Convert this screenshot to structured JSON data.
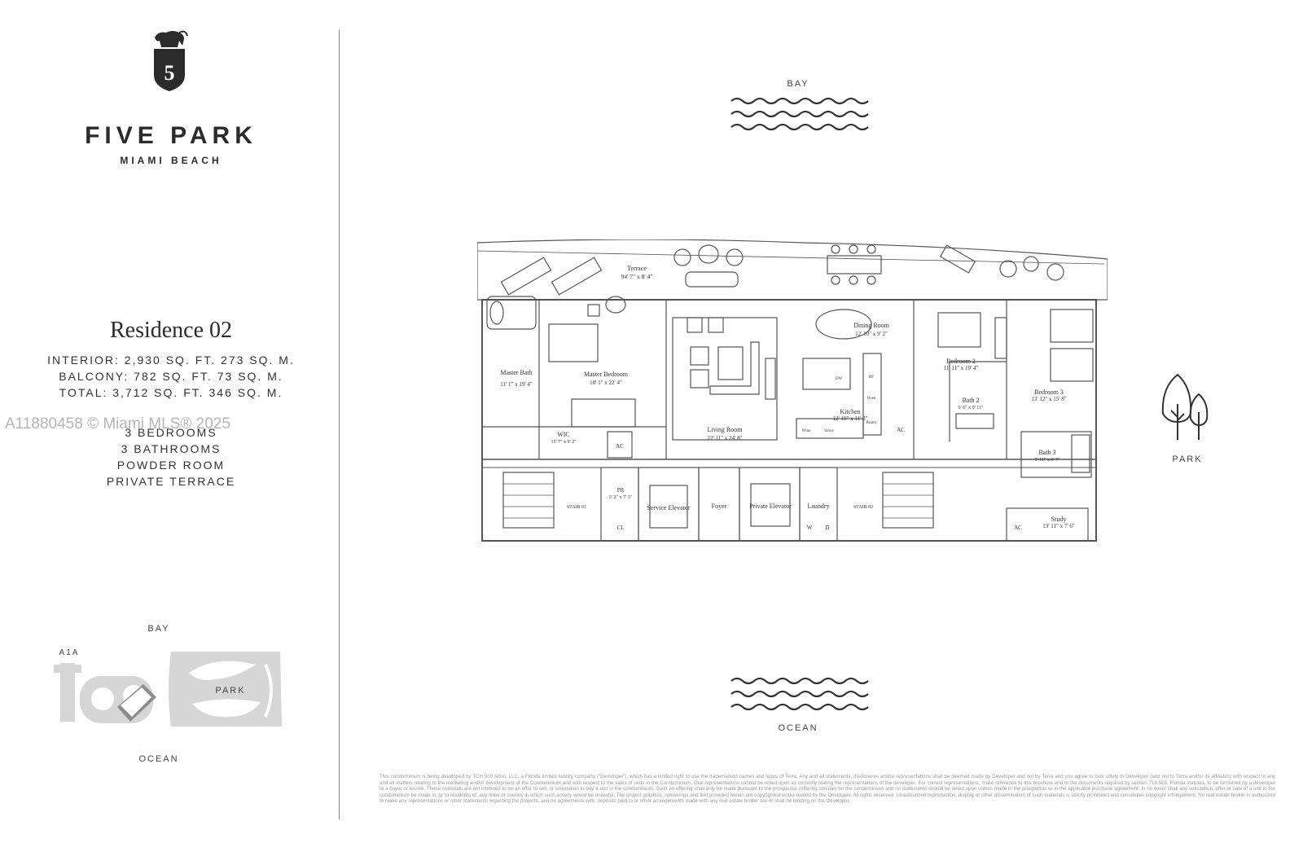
{
  "brand": {
    "logo_icon": "elephant-shield-logo",
    "logo_numeral": "5",
    "name": "FIVE PARK",
    "location": "MIAMI BEACH"
  },
  "residence": {
    "name": "Residence 02",
    "interior": "INTERIOR: 2,930 SQ. FT.   273 SQ. M.",
    "balcony": "BALCONY: 782 SQ. FT.   73 SQ. M.",
    "total": "TOTAL: 3,712 SQ. FT.   346 SQ. M.",
    "features": [
      "3 BEDROOMS",
      "3 BATHROOMS",
      "POWDER ROOM",
      "PRIVATE TERRACE"
    ]
  },
  "watermark": "A11880458 © Miami MLS® 2025",
  "key_plan": {
    "bay": "BAY",
    "a1a": "A1A",
    "park": "PARK",
    "ocean": "OCEAN"
  },
  "orientation": {
    "bay": "BAY",
    "ocean": "OCEAN",
    "park": "PARK"
  },
  "rooms": {
    "terrace": {
      "name": "Terrace",
      "dim": "94' 7\" x 8' 4\""
    },
    "master_bath": {
      "name": "Master Bath",
      "dim": "11' 1\" x 19' 4\""
    },
    "master_bedroom": {
      "name": "Master Bedroom",
      "dim": "18' 1\" x 22' 4\""
    },
    "wic": {
      "name": "WIC",
      "dim": "15' 7\" x 9' 2\""
    },
    "living_room": {
      "name": "Living Room",
      "dim": "22' 11\" x 24' 8\""
    },
    "dining_room": {
      "name": "Dining Room",
      "dim": "12' 10\" x 9' 2\""
    },
    "kitchen": {
      "name": "Kitchen",
      "dim": "12' 10\" x 11' 3\""
    },
    "bedroom2": {
      "name": "Bedroom 2",
      "dim": "11' 11\" x 10' 4\""
    },
    "bath2": {
      "name": "Bath 2",
      "dim": "6' 6\" x 9' 11\""
    },
    "bedroom3": {
      "name": "Bedroom 3",
      "dim": "13' 12\" x 15' 8\""
    },
    "bath3": {
      "name": "Bath 3",
      "dim": "9' 11\" x 6' 7\""
    },
    "study": {
      "name": "Study",
      "dim": "13' 11\" x 7' 6\""
    },
    "pr": {
      "name": "PR",
      "dim": "5' 2\" x 7' 3\""
    },
    "service_elevator": "Service Elevator",
    "private_elevator": "Private Elevator",
    "foyer": "Foyer",
    "laundry": "Laundry",
    "stair01": "STAIR 01",
    "stair02": "STAIR 02",
    "ac": "AC",
    "cl": "CL",
    "w": "W",
    "d": "D",
    "rf": "RF",
    "oven": "Oven",
    "pantry": "Pantry",
    "wine": "Wine",
    "stove": "Stove",
    "dw": "DW"
  },
  "disclaimer": "This condominium is being developed by TCH 500 Alton, LLC, a Florida limited liability company (\"Developer\"), which has a limited right to use the trademarked names and logos of Terra. Any and all statements, disclosures and/or representations shall be deemed made by Developer and not by Terra and you agree to look solely to Developer (and not to Terra and/or its affiliates) with respect to any and all matters relating to the marketing and/or development of the Condominium and with respect to the sales of units in the Condominium. Oral representations cannot be relied upon as correctly stating the representations of the developer. For correct representations, make reference to this brochure and to the documents required by section 718.503, Florida statutes, to be furnished by a developer to a buyer or lessee. These materials are not intended to be an offer to sell, or solicitation to buy a unit in the condominium. Such an offering shall only be made pursuant to the prospectus (offering circular) for the condominium and no statements should be relied upon unless made in the prospectus or in the applicable purchase agreement. In no event shall any solicitation, offer or sale of a unit in the condominium be made in, or to residents of, any state or country in which such activity would be unlawful. The project graphics, renderings and text provided herein are copyrighted works owned by the Developer. All rights reserved. Unauthorized reproduction, display or other dissemination of such materials is strictly prohibited and constitutes copyright infringement. No real estate broker is authorized to make any representations or other statements regarding the projects, and no agreements with, deposits paid to or other arrangements made with any real estate broker are or shall be binding on the Developer."
}
